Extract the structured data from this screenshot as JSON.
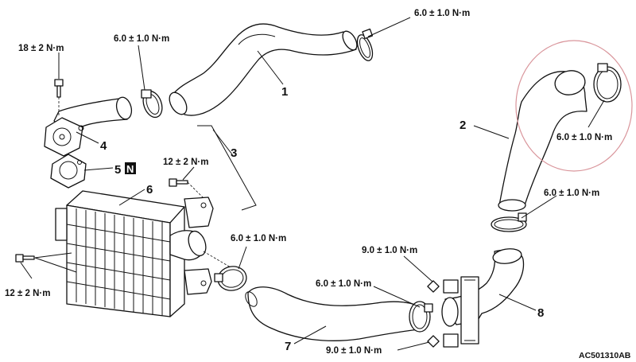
{
  "torque_labels": {
    "t_top_right": "6.0 ± 1.0 N·m",
    "t_top_mid": "6.0 ± 1.0 N·m",
    "t_top_left": "18 ± 2 N·m",
    "t_circle": "6.0 ± 1.0 N·m",
    "t_right_mid": "6.0 ± 1.0 N·m",
    "t_bolt_mid": "12 ± 2 N·m",
    "t_clamp_mid": "6.0 ± 1.0 N·m",
    "t_bolt_left": "12 ± 2 N·m",
    "t_nut_upper": "9.0 ± 1.0 N·m",
    "t_clamp_lower": "6.0 ± 1.0 N·m",
    "t_nut_lower": "9.0 ± 1.0 N·m"
  },
  "callouts": {
    "c1": "1",
    "c2": "2",
    "c3": "3",
    "c4": "4",
    "c5": "5",
    "c5_badge": "N",
    "c6": "6",
    "c7": "7",
    "c8": "8"
  },
  "figure_code": "AC501310AB",
  "colors": {
    "line": "#111111",
    "highlight_circle": "#d9959b",
    "background": "#ffffff"
  }
}
